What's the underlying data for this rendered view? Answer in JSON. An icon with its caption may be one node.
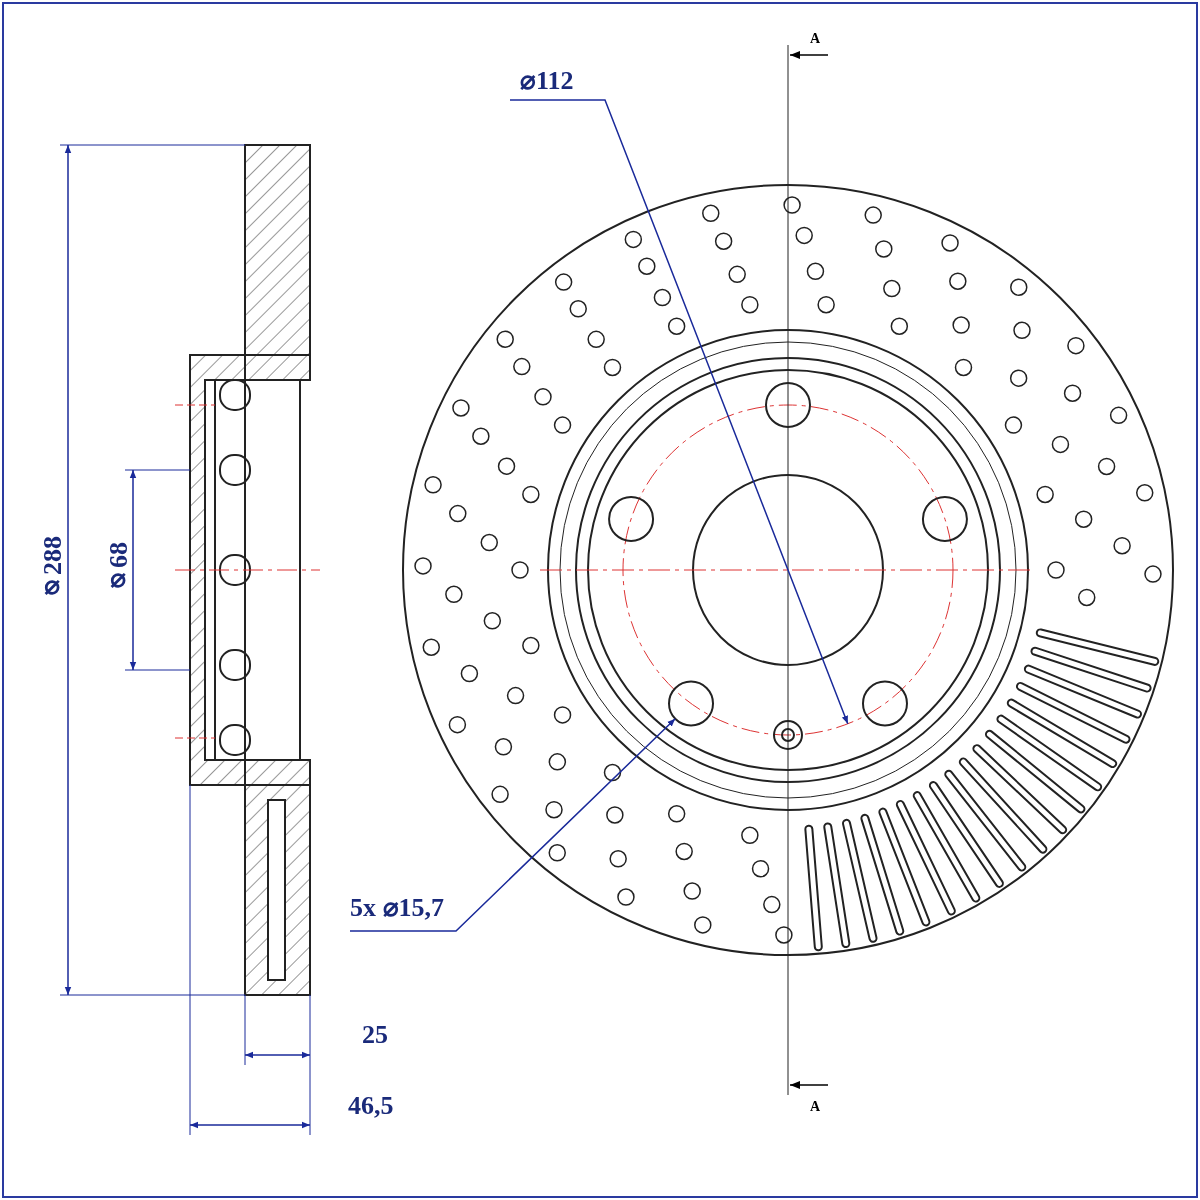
{
  "diagram": {
    "nodes": [
      {
        "text": [
          "5x ⌀15,7"
        ]
      },
      {
        "text": [],
        "shape": "circle"
      }
    ],
    "edges": [
      {
        "from": 0,
        "to": 1,
        "arrow": "to"
      }
    ],
    "labels": [
      "A",
      "⌀112",
      "⌀288",
      "⌀68",
      "A",
      "25",
      "46,5"
    ]
  }
}
